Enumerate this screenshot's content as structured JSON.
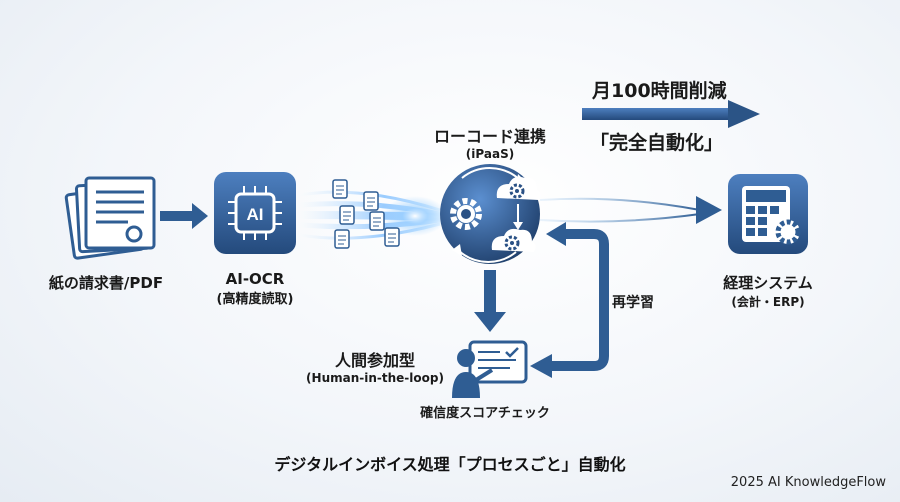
{
  "header": {
    "reduction_label": "月100時間削減",
    "automation_label": "「完全自動化」"
  },
  "nodes": {
    "paper": {
      "label": "紙の請求書/PDF"
    },
    "ocr": {
      "label": "AI-OCR",
      "sub": "(高精度読取)",
      "chip_text": "AI"
    },
    "lowcode": {
      "label": "ローコード連携",
      "sub": "(iPaaS)"
    },
    "erp": {
      "label": "経理システム",
      "sub": "(会計・ERP)"
    },
    "human": {
      "label": "人間参加型",
      "sub": "(Human-in-the-loop)",
      "caption": "確信度スコアチェック"
    }
  },
  "edges": {
    "relearn_label": "再学習"
  },
  "footer": {
    "title": "デジタルインボイス処理「プロセスごと」自動化",
    "credit": "2025 AI KnowledgeFlow"
  },
  "colors": {
    "primary": "#2f5d93",
    "dark": "#1f3f6b",
    "glow": "#6fb6ff"
  }
}
